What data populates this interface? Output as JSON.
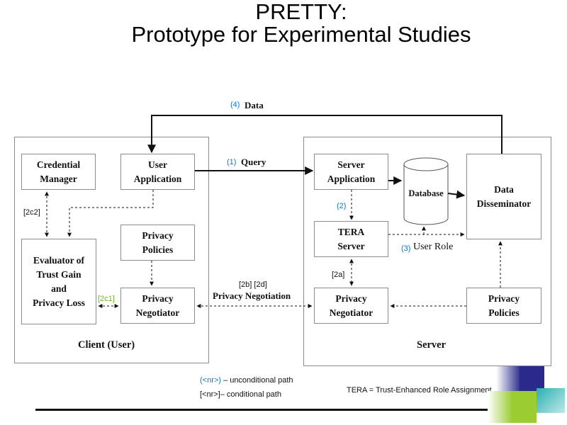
{
  "title": {
    "line1": "PRETTY:",
    "line2": "Prototype for Experimental Studies"
  },
  "client": {
    "caption": "Client (User)",
    "credential_manager": "Credential\nManager",
    "user_application": "User\nApplication",
    "evaluator": "Evaluator of\nTrust Gain\nand\nPrivacy Loss",
    "privacy_policies": "Privacy\nPolicies",
    "privacy_negotiator": "Privacy\nNegotiator"
  },
  "server": {
    "caption": "Server",
    "server_application": "Server\nApplication",
    "database": "Database",
    "data_disseminator": "Data\nDisseminator",
    "tera_server": "TERA\nServer",
    "privacy_negotiator": "Privacy\nNegotiator",
    "privacy_policies": "Privacy\nPolicies"
  },
  "flows": {
    "data_num": "(4)",
    "data_label": "Data",
    "query_num": "(1)",
    "query_label": "Query",
    "step2": "(2)",
    "user_role_num": "(3)",
    "user_role_label": "User Role",
    "step2a": "[2a]",
    "step2c2": "[2c2]",
    "step2c1": "[2c1]",
    "negotiation_num": "[2b] [2d]",
    "negotiation_label": "Privacy Negotiation"
  },
  "legend": {
    "unconditional_num": "(<nr>)",
    "unconditional_text": " – unconditional path",
    "conditional": "[<nr>]– conditional path",
    "tera_def": "TERA = Trust-Enhanced Role Assignment"
  },
  "colors": {
    "accent_blue": "#0a78c8",
    "accent_green": "#66bb22",
    "deco_navy": "#2a2a8c",
    "deco_lime": "#9acd32",
    "deco_teal": "#2ab0b0"
  }
}
